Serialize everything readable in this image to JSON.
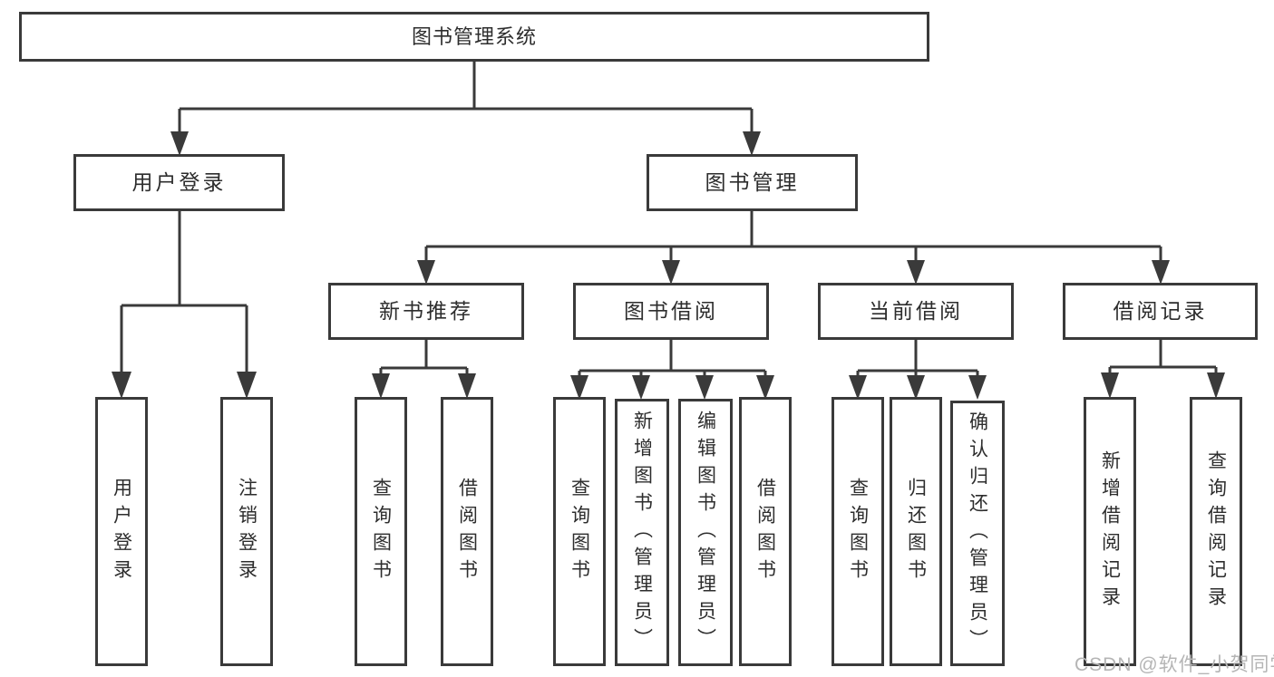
{
  "diagram": {
    "root": {
      "label": "图书管理系统"
    },
    "branches": [
      {
        "label": "用户登录",
        "children": [
          {
            "label": "用户登录"
          },
          {
            "label": "注销登录"
          }
        ]
      },
      {
        "label": "图书管理",
        "children": [
          {
            "label": "新书推荐",
            "children": [
              {
                "label": "查询图书"
              },
              {
                "label": "借阅图书"
              }
            ]
          },
          {
            "label": "图书借阅",
            "children": [
              {
                "label": "查询图书"
              },
              {
                "label": "新增图书（管理员）"
              },
              {
                "label": "编辑图书（管理员）"
              },
              {
                "label": "借阅图书"
              }
            ]
          },
          {
            "label": "当前借阅",
            "children": [
              {
                "label": "查询图书"
              },
              {
                "label": "归还图书"
              },
              {
                "label": "确认归还（管理员）"
              }
            ]
          },
          {
            "label": "借阅记录",
            "children": [
              {
                "label": "新增借阅记录"
              },
              {
                "label": "查询借阅记录"
              }
            ]
          }
        ]
      }
    ],
    "watermark": "CSDN @软件_小贺同学",
    "colors": {
      "line": "#3a3a3a",
      "text": "#2d2d2d",
      "background": "#ffffff",
      "watermark": "#b5b5b5"
    }
  }
}
